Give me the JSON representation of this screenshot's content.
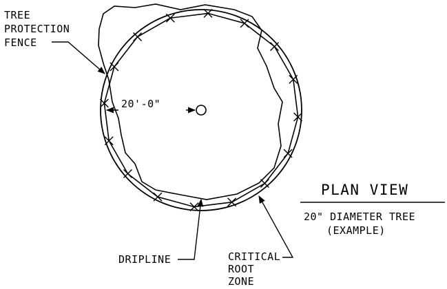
{
  "labels": {
    "fence": [
      "TREE",
      "PROTECTION",
      "FENCE"
    ],
    "dimension": "20'-0\"",
    "dripline": "DRIPLINE",
    "root_zone": [
      "CRITICAL",
      "ROOT",
      "ZONE"
    ],
    "title": "PLAN VIEW",
    "subtitle": [
      "20\" DIAMETER TREE",
      "(EXAMPLE)"
    ]
  },
  "colors": {
    "ink": "#000000",
    "background": "#ffffff"
  }
}
